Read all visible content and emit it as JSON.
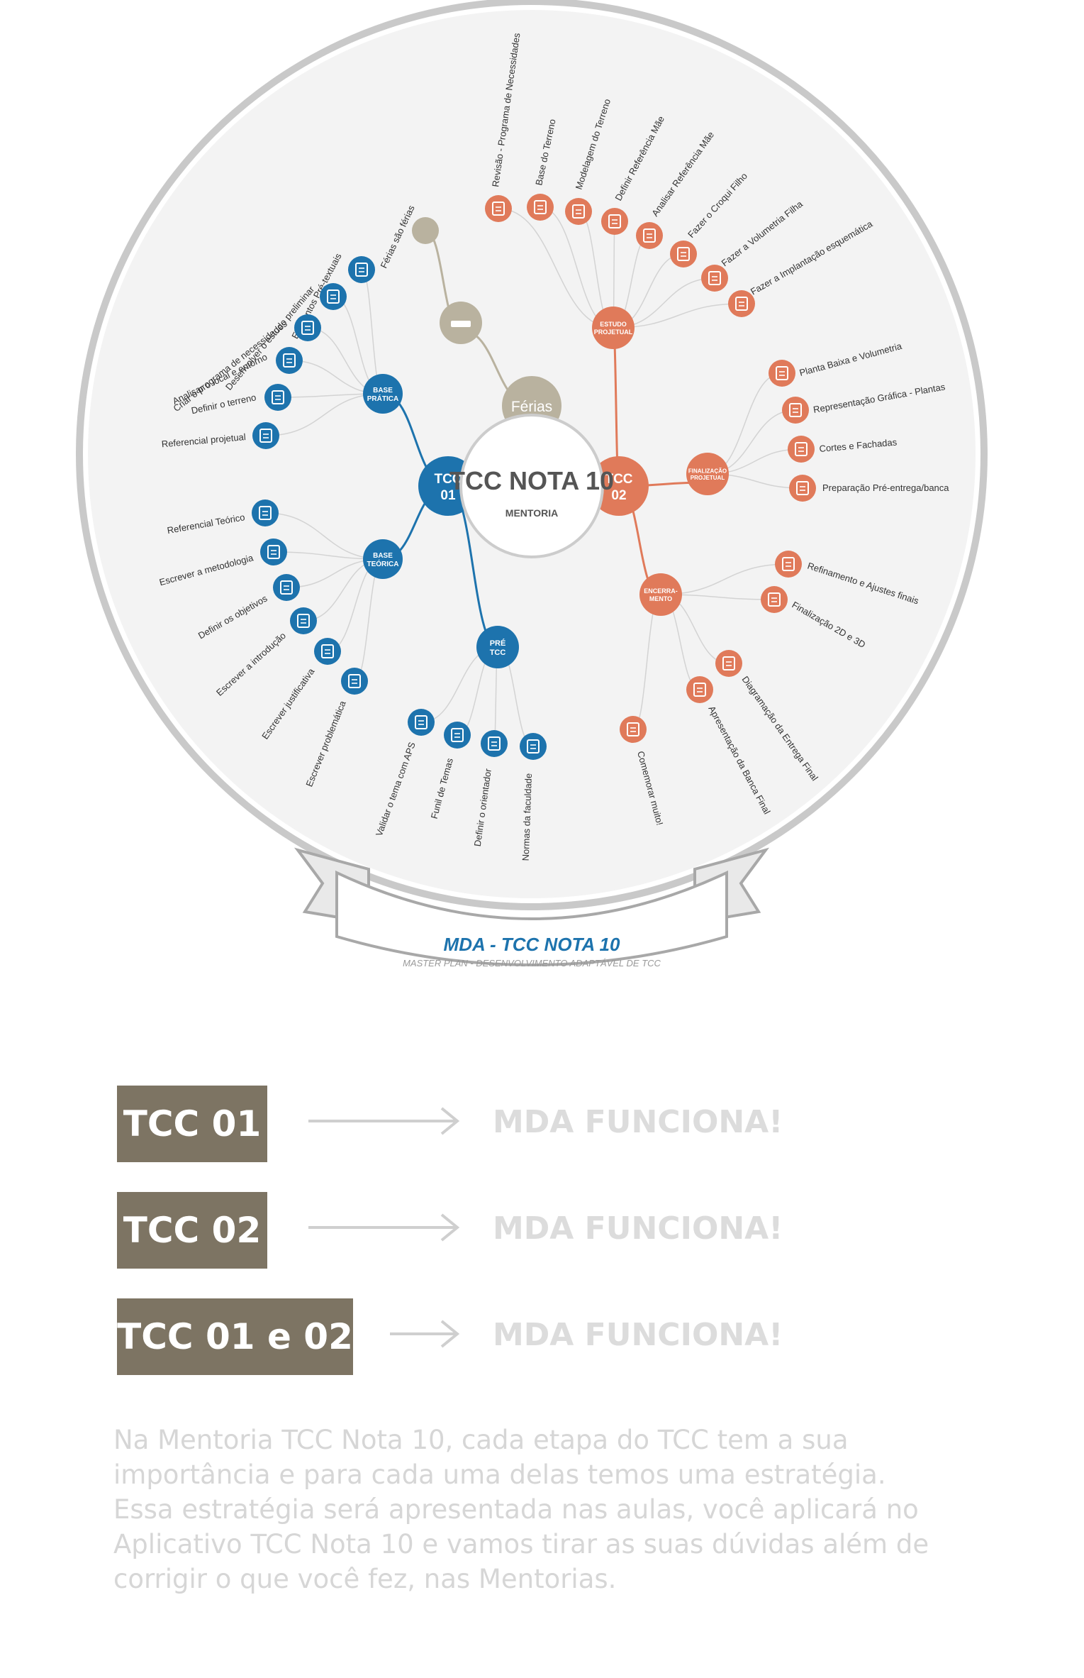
{
  "colors": {
    "blue": "#1d73ad",
    "orange": "#e07a5a",
    "gray": "#b9b29f",
    "box": "#7d7463",
    "line_gray": "#cfcfcf"
  },
  "center": {
    "logo_line1": "TCC NOTA 10",
    "logo_line2": "MENTORIA",
    "ferias": "Férias",
    "ferias_note": "Férias são férias"
  },
  "tcc01": {
    "label1": "TCC",
    "label2": "01",
    "base_pratica": {
      "label1": "BASE",
      "label2": "PRÁTICA",
      "items": [
        "Elementos Pré-textuais",
        "Desenvolver o estudo preliminar",
        "Criar o programa de necessidades",
        "Analisar o local e entorno",
        "Definir o terreno",
        "Referencial projetual"
      ]
    },
    "base_teorica": {
      "label1": "BASE",
      "label2": "TEÓRICA",
      "items": [
        "Referencial Teórico",
        "Escrever a metodologia",
        "Definir os objetivos",
        "Escrever a introdução",
        "Escrever justificativa",
        "Escrever problemática"
      ]
    },
    "pre_tcc": {
      "label1": "PRÉ",
      "label2": "TCC",
      "items": [
        "Validar o tema com APS",
        "Funil de Temas",
        "Definir o orientador",
        "Normas da faculdade"
      ]
    }
  },
  "tcc02": {
    "label1": "TCC",
    "label2": "02",
    "estudo": {
      "label1": "ESTUDO",
      "label2": "PROJETUAL",
      "items": [
        "Revisão - Programa de Necessidades",
        "Base do Terreno",
        "Modelagem do Terreno",
        "Definir Referência Mãe",
        "Analisar Referência Mãe",
        "Fazer o Croqui Filho",
        "Fazer a Volumetria Filha",
        "Fazer a Implantação esquemática"
      ]
    },
    "finalizacao": {
      "label1": "FINALIZAÇÃO",
      "label2": "PROJETUAL",
      "items": [
        "Planta Baixa e Volumetria",
        "Representação Gráfica - Plantas",
        "Cortes e Fachadas",
        "Preparação Pré-entrega/banca"
      ]
    },
    "encerramento": {
      "label1": "ENCERRA-",
      "label2": "MENTO",
      "items": [
        "Refinamento e Ajustes finais",
        "Finalização 2D e 3D",
        "Diagramação da Entrega Final",
        "Apresentação da Banca Final",
        "Comemorar muito!"
      ]
    }
  },
  "banner": {
    "title": "MDA - TCC NOTA 10",
    "subtitle": "MASTER PLAN - DESENVOLVIMENTO ADAPTÁVEL DE TCC"
  },
  "rows": [
    {
      "label": "TCC 01",
      "result": "MDA FUNCIONA!"
    },
    {
      "label": "TCC 02",
      "result": "MDA FUNCIONA!"
    },
    {
      "label": "TCC 01 e 02",
      "result": "MDA FUNCIONA!"
    }
  ],
  "paragraph": {
    "line1": "Na Mentoria TCC Nota 10, cada etapa do TCC tem a sua importância e para cada uma delas temos uma estratégia.",
    "line2": "Essa estratégia será apresentada nas aulas, você aplicará no Aplicativo TCC Nota 10 e vamos tirar as suas dúvidas além de corrigir o que você fez, nas Mentorias."
  }
}
